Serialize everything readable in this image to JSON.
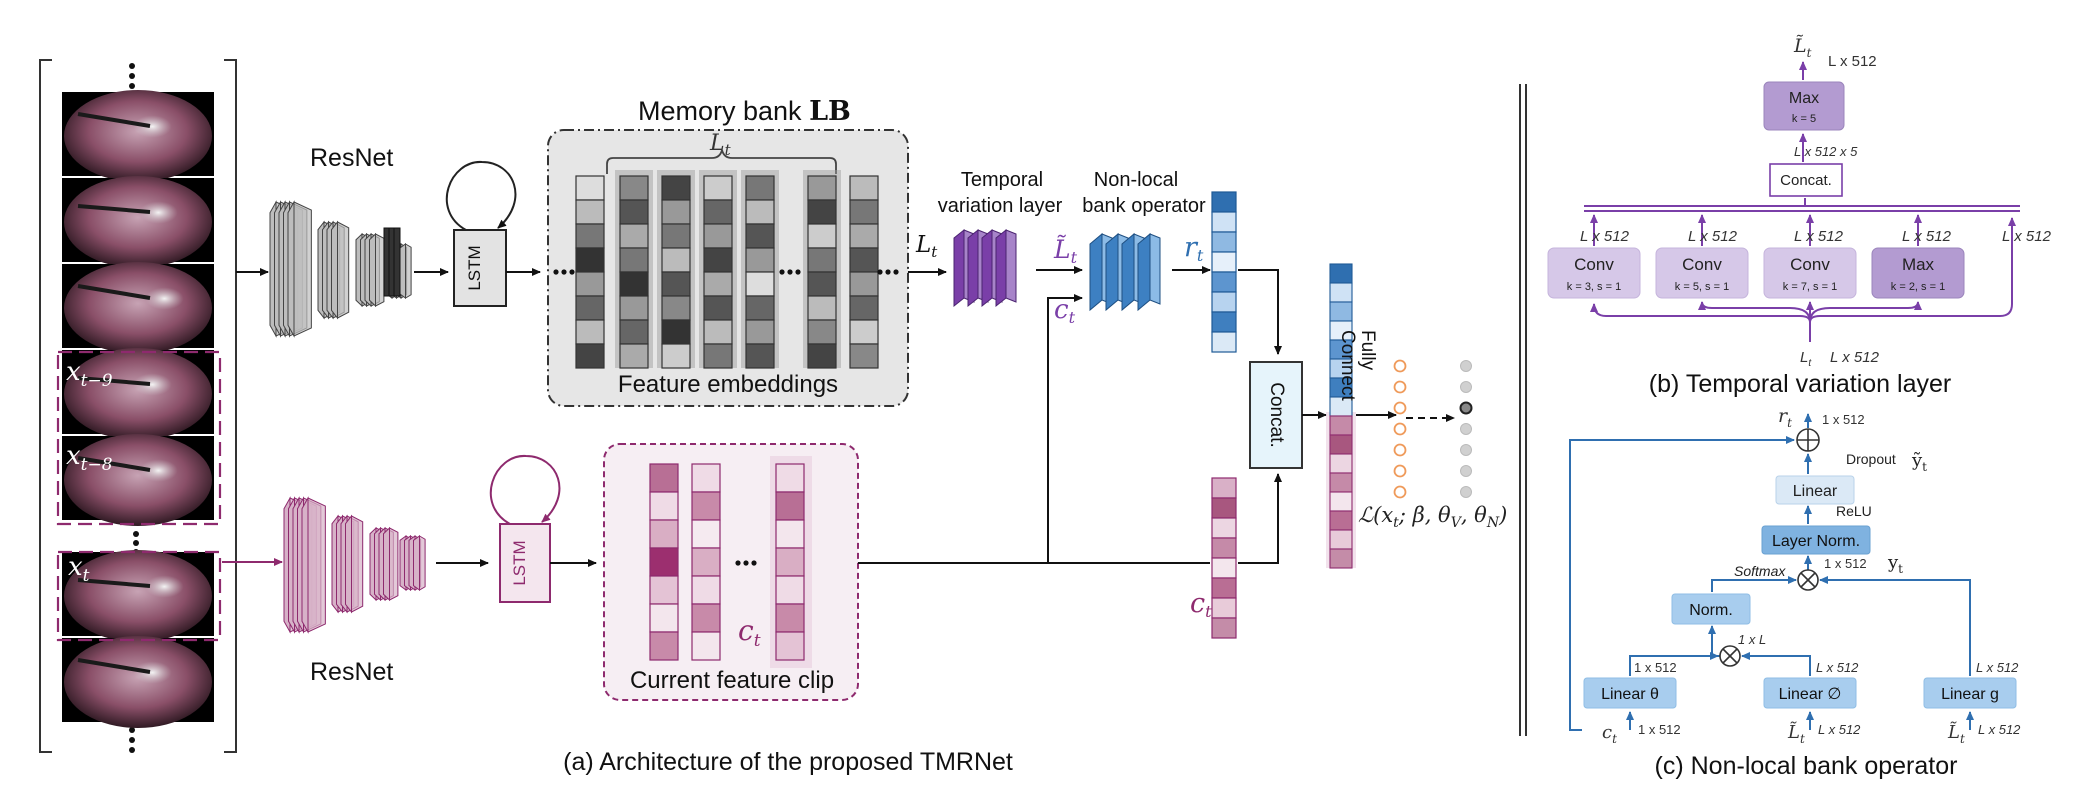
{
  "panel_a": {
    "resnet_top": "ResNet",
    "resnet_bottom": "ResNet",
    "lstm_top": "LSTM",
    "lstm_bottom": "LSTM",
    "memory_bank_title": "Memory bank ",
    "memory_bank_symbol": "LB",
    "feature_embeddings": "Feature embeddings",
    "current_feature_clip": "Current feature clip",
    "lt_brace": "L",
    "lt_sub": "t",
    "ct_clip": "c",
    "ct_clip_sub": "t",
    "x_t9": "x",
    "x_t9_sub": "t−9",
    "x_t8": "x",
    "x_t8_sub": "t−8",
    "x_t": "x",
    "x_t_sub": "t",
    "temporal_line1": "Temporal",
    "temporal_line2": "variation layer",
    "nonlocal_line1": "Non-local",
    "nonlocal_line2": "bank operator",
    "lt_in": "L",
    "lt_in_sub": "t",
    "lt_tilde": "L̃",
    "lt_tilde_sub": "t",
    "ct_mid": "c",
    "ct_mid_sub": "t",
    "rt": "r",
    "rt_sub": "t",
    "ct_out": "c",
    "ct_out_sub": "t",
    "concat": "Concat.",
    "fc_line1": "Fully",
    "fc_line2": "Connect",
    "loss": "ℒ(x",
    "loss_sub": "t",
    "loss_rest": "; β, θ",
    "loss_v": "V",
    "loss_comma": ", θ",
    "loss_n": "N",
    "loss_close": ")",
    "caption": "(a) Architecture of the proposed TMRNet"
  },
  "panel_b": {
    "caption": "(b) Temporal variation layer",
    "top_label": "L̃",
    "top_label_sub": "t",
    "top_dim": "L x 512",
    "max_top": "Max",
    "max_top_k": "k = 5",
    "dim_512x5": "L x 512 x 5",
    "concat": "Concat.",
    "conv1": "Conv",
    "conv1_p": "k = 3, s = 1",
    "conv2": "Conv",
    "conv2_p": "k = 5, s = 1",
    "conv3": "Conv",
    "conv3_p": "k = 7, s = 1",
    "max2": "Max",
    "max2_p": "k = 2, s = 1",
    "dim1": "L x 512",
    "dim2": "L x 512",
    "dim3": "L x 512",
    "dim4": "L x 512",
    "dim5": "L x 512",
    "bottom_l": "L",
    "bottom_l_sub": "t",
    "bottom_dim": "L x 512"
  },
  "panel_c": {
    "caption": "(c) Non-local bank operator",
    "rt": "r",
    "rt_sub": "t",
    "rt_dim": "1 x 512",
    "dropout": "Dropout",
    "ytilde": "ỹ",
    "ytilde_sub": "t",
    "linear": "Linear",
    "relu": "ReLU",
    "layer_norm": "Layer Norm.",
    "softmax": "Softmax",
    "yt_dim": "1 x 512",
    "yt": "y",
    "yt_sub": "t",
    "norm": "Norm.",
    "dim_1xL": "1 x L",
    "dim_a": "1 x 512",
    "dim_b": "L x 512",
    "dim_c": "L x 512",
    "linear_theta": "Linear θ",
    "linear_phi": "Linear ∅",
    "linear_g": "Linear g",
    "ct": "c",
    "ct_sub": "t",
    "ct_dim": "1 x 512",
    "lt1": "L̃",
    "lt1_sub": "t",
    "lt1_dim": "L x 512",
    "lt2": "L̃",
    "lt2_sub": "t",
    "lt2_dim": "L x 512"
  },
  "colors": {
    "purple": "#7a3fa8",
    "magenta": "#8e2a6e",
    "blue": "#2f6fb0",
    "light_blue": "#a8cdee",
    "gray": "#666666"
  }
}
